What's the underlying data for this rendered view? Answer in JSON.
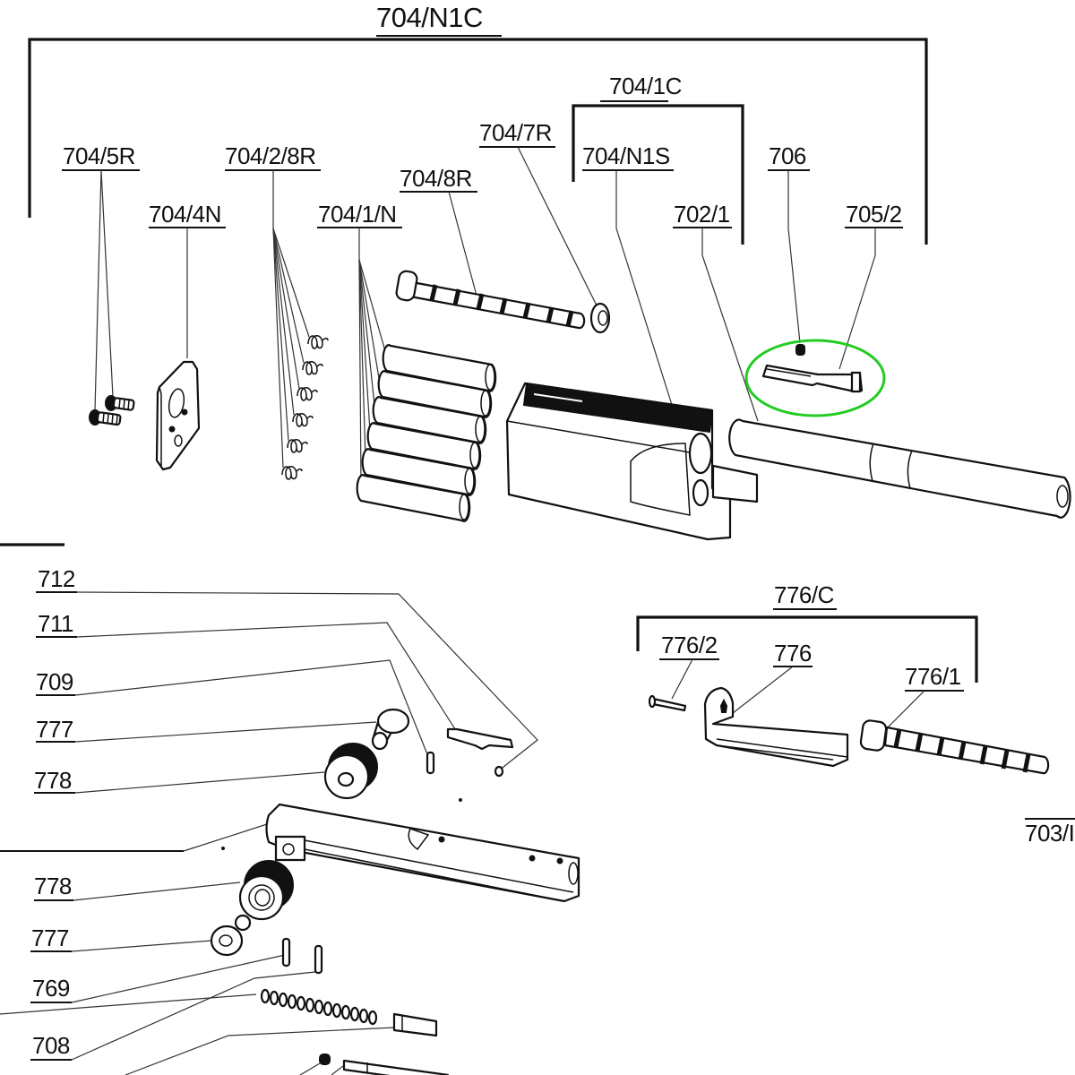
{
  "diagram": {
    "type": "exploded-parts-diagram",
    "highlight_color": "#22cc22",
    "highlighted_part": "705/2",
    "assemblies": [
      {
        "id": "704/N1C",
        "label": "704/N1C",
        "contains": [
          "704/5R",
          "704/4N",
          "704/2/8R",
          "704/1/N",
          "704/8R",
          "704/7R",
          "704/1C",
          "706",
          "705/2"
        ]
      },
      {
        "id": "704/1C",
        "label": "704/1C",
        "contains": [
          "704/N1S",
          "702/1"
        ]
      },
      {
        "id": "776/C",
        "label": "776/C",
        "contains": [
          "776/2",
          "776",
          "776/1"
        ]
      }
    ],
    "labels": {
      "a_704_N1C": "704/N1C",
      "a_704_1C": "704/1C",
      "p_704_5R": "704/5R",
      "p_704_4N": "704/4N",
      "p_704_2_8R": "704/2/8R",
      "p_704_1_N": "704/1/N",
      "p_704_8R": "704/8R",
      "p_704_7R": "704/7R",
      "p_704_N1S": "704/N1S",
      "p_702_1": "702/1",
      "p_706": "706",
      "p_705_2": "705/2",
      "a_776_C": "776/C",
      "p_776_2": "776/2",
      "p_776": "776",
      "p_776_1": "776/1",
      "p_703_partial": "703/I",
      "p_712": "712",
      "p_711": "711",
      "p_709": "709",
      "p_777_top": "777",
      "p_778_top": "778",
      "p_778_bottom": "778",
      "p_777_bottom": "777",
      "p_769": "769",
      "p_708": "708"
    }
  }
}
